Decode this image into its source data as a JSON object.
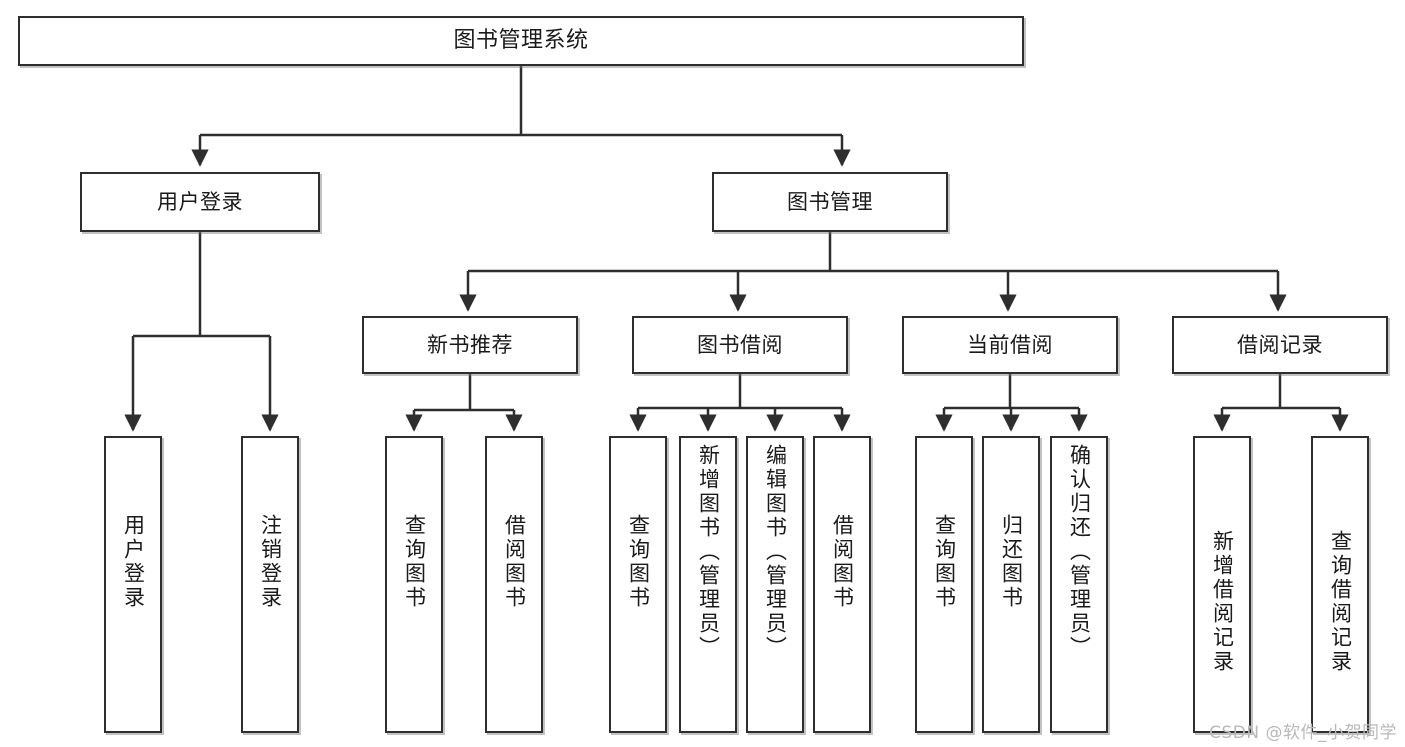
{
  "diagram": {
    "title": "图书管理系统",
    "type": "tree-hierarchy-diagram",
    "watermark": "CSDN @软件_小贺同学",
    "stroke_color": "#2e2e2e",
    "fill_color": "#ffffff",
    "text_color": "#1a1a1a",
    "watermark_color": "#b9b9b9"
  },
  "nodes": {
    "root": {
      "label": "图书管理系统"
    },
    "level1": [
      {
        "label": "用户登录"
      },
      {
        "label": "图书管理"
      }
    ],
    "level2": [
      {
        "label": "新书推荐"
      },
      {
        "label": "图书借阅"
      },
      {
        "label": "当前借阅"
      },
      {
        "label": "借阅记录"
      }
    ],
    "leaves": {
      "user_login": [
        {
          "label": "用户登录"
        },
        {
          "label": "注销登录"
        }
      ],
      "new_book_recommend": [
        {
          "label": "查询图书"
        },
        {
          "label": "借阅图书"
        }
      ],
      "book_borrow": [
        {
          "label": "查询图书"
        },
        {
          "label": "新增图书（管理员）"
        },
        {
          "label": "编辑图书（管理员）"
        },
        {
          "label": "借阅图书"
        }
      ],
      "current_borrow": [
        {
          "label": "查询图书"
        },
        {
          "label": "归还图书"
        },
        {
          "label": "确认归还（管理员）"
        }
      ],
      "borrow_record": [
        {
          "label": "新增借阅记录"
        },
        {
          "label": "查询借阅记录"
        }
      ]
    }
  }
}
